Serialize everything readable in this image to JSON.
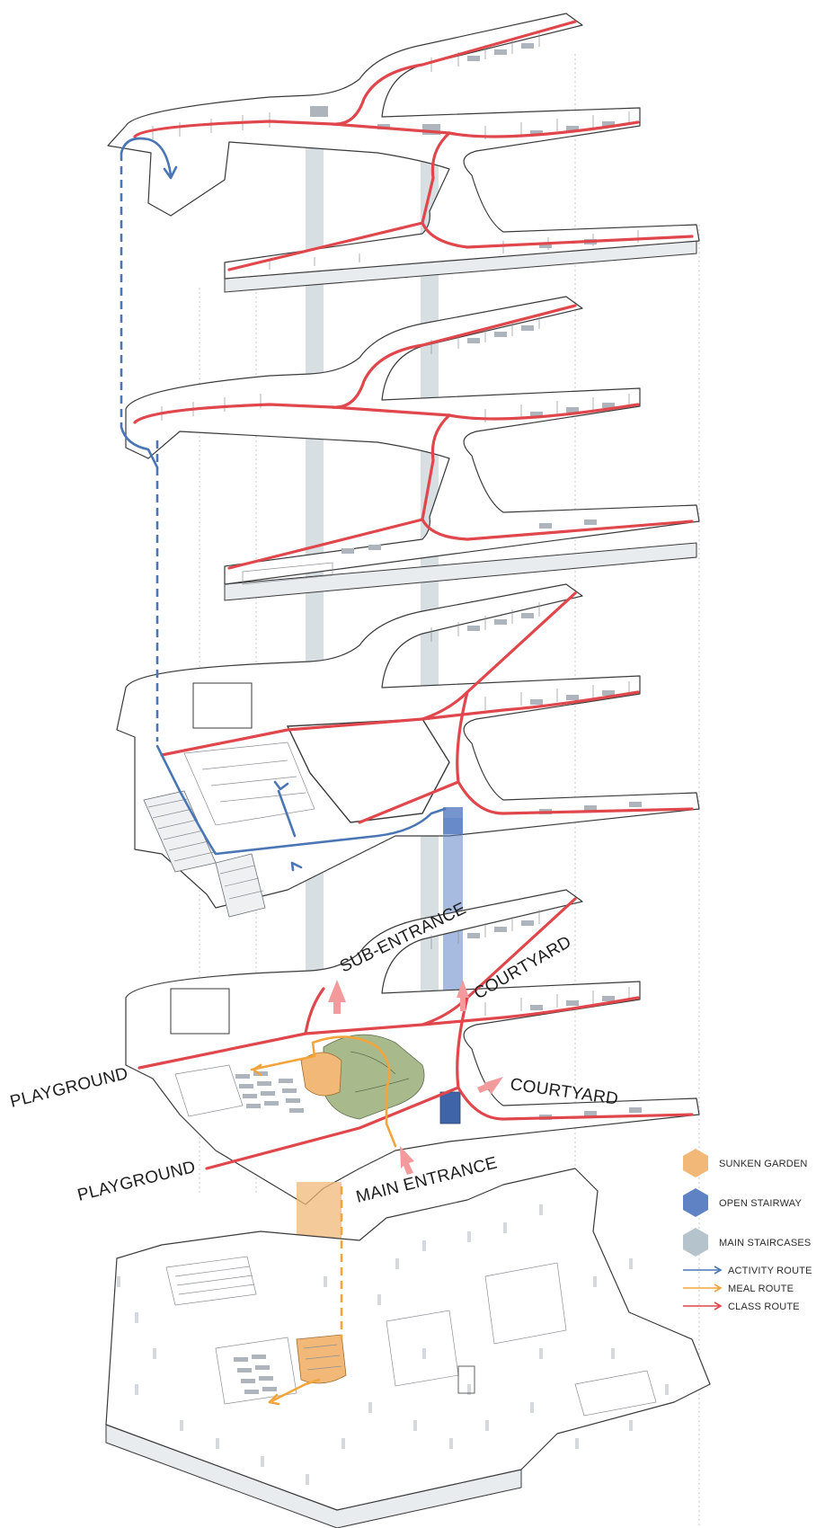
{
  "labels": {
    "sub_entrance": "SUB-ENTRANCE",
    "courtyard_upper": "COURTYARD",
    "courtyard_lower": "COURTYARD",
    "playground_upper": "PLAYGROUND",
    "playground_lower": "PLAYGROUND",
    "main_entrance": "MAIN ENTRANCE"
  },
  "legend": {
    "sunken_garden": "SUNKEN GARDEN",
    "open_stairway": "OPEN STAIRWAY",
    "main_staircases": "MAIN STAIRCASES",
    "activity_route": "ACTIVITY ROUTE",
    "meal_route": "MEAL ROUTE",
    "class_route": "CLASS ROUTE"
  },
  "colors": {
    "class_route": "#e0474c",
    "activity_route": "#4a77b4",
    "meal_route": "#f2a53c",
    "sunken_garden": "#f2b878",
    "open_stairway": "#5f82c4",
    "main_staircases": "#b5c4cc"
  }
}
